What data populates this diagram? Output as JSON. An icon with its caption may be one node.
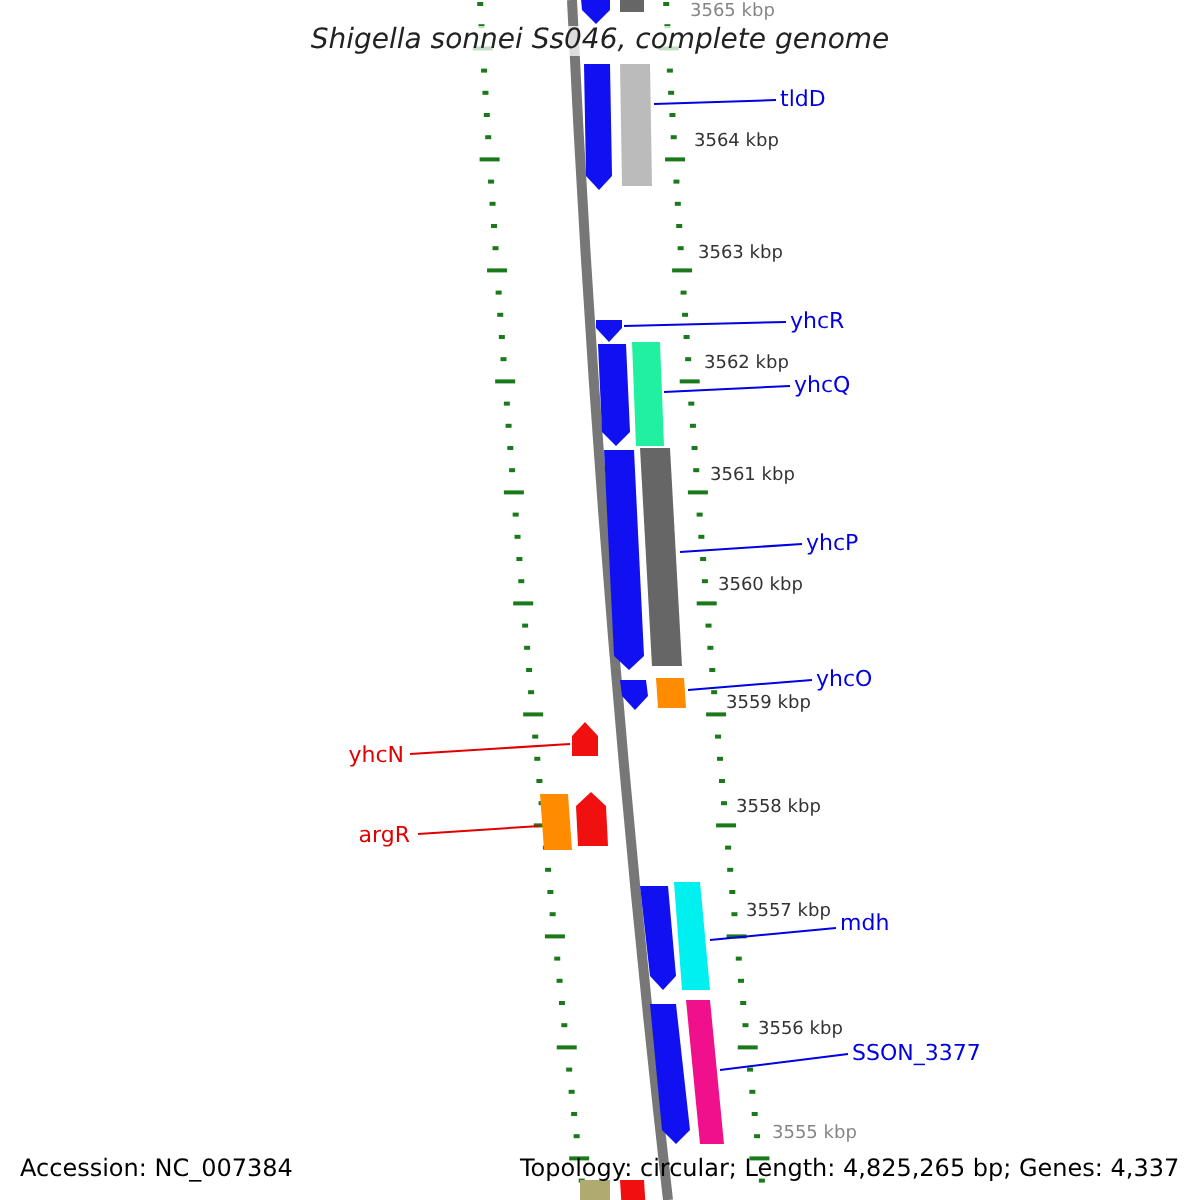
{
  "diagram": {
    "title": "Shigella sonnei Ss046, complete genome",
    "nodes": [
      {
        "text": [
          "tldD"
        ]
      },
      {
        "text": [
          "yhcR"
        ]
      },
      {
        "text": [
          "yhcQ"
        ]
      },
      {
        "text": [
          "yhcP"
        ]
      },
      {
        "text": [
          "yhcO"
        ]
      },
      {
        "text": [
          "yhcN"
        ]
      },
      {
        "text": [
          "argR"
        ]
      },
      {
        "text": [
          "mdh"
        ]
      },
      {
        "text": [
          "SSON_3377"
        ]
      },
      {
        "text": [],
        "shape": "arrow"
      },
      {
        "text": [],
        "shape": "bar"
      },
      {
        "text": [],
        "shape": "arrow"
      },
      {
        "text": [],
        "shape": "bar"
      },
      {
        "text": [],
        "shape": "arrow"
      },
      {
        "text": [],
        "shape": "arrow"
      },
      {
        "text": [],
        "shape": "bar"
      },
      {
        "text": [],
        "shape": "arrow"
      },
      {
        "text": [],
        "shape": "bar"
      },
      {
        "text": [],
        "shape": "arrow"
      },
      {
        "text": [],
        "shape": "bar"
      },
      {
        "text": [],
        "shape": "arrow"
      },
      {
        "text": [],
        "shape": "bar"
      },
      {
        "text": [],
        "shape": "arrow"
      },
      {
        "text": [],
        "shape": "arrow"
      },
      {
        "text": [],
        "shape": "bar"
      },
      {
        "text": [],
        "shape": "arrow"
      },
      {
        "text": [],
        "shape": "bar"
      },
      {
        "text": [],
        "shape": "bar"
      },
      {
        "text": [],
        "shape": "bar"
      }
    ],
    "edges": [
      {
        "from": 0,
        "to": 12,
        "arrow": "none"
      },
      {
        "from": 1,
        "to": 13,
        "arrow": "none"
      },
      {
        "from": 2,
        "to": 15,
        "arrow": "none"
      },
      {
        "from": 3,
        "to": 17,
        "arrow": "none"
      },
      {
        "from": 4,
        "to": 19,
        "arrow": "none"
      },
      {
        "from": 5,
        "to": 20,
        "arrow": "none",
        "color": "#e00000"
      },
      {
        "from": 6,
        "to": 21,
        "arrow": "none",
        "color": "#e00000"
      },
      {
        "from": 7,
        "to": 24,
        "arrow": "none"
      },
      {
        "from": 8,
        "to": 26,
        "arrow": "none"
      }
    ],
    "labels": [
      "3565 kbp",
      "3564 kbp",
      "3563 kbp",
      "3562 kbp",
      "3561 kbp",
      "3560 kbp",
      "3559 kbp",
      "3558 kbp",
      "3557 kbp",
      "3556 kbp",
      "3555 kbp",
      "Accession: NC_007384",
      "Topology: circular; Length: 4,825,265 bp; Genes: 4,337"
    ]
  }
}
